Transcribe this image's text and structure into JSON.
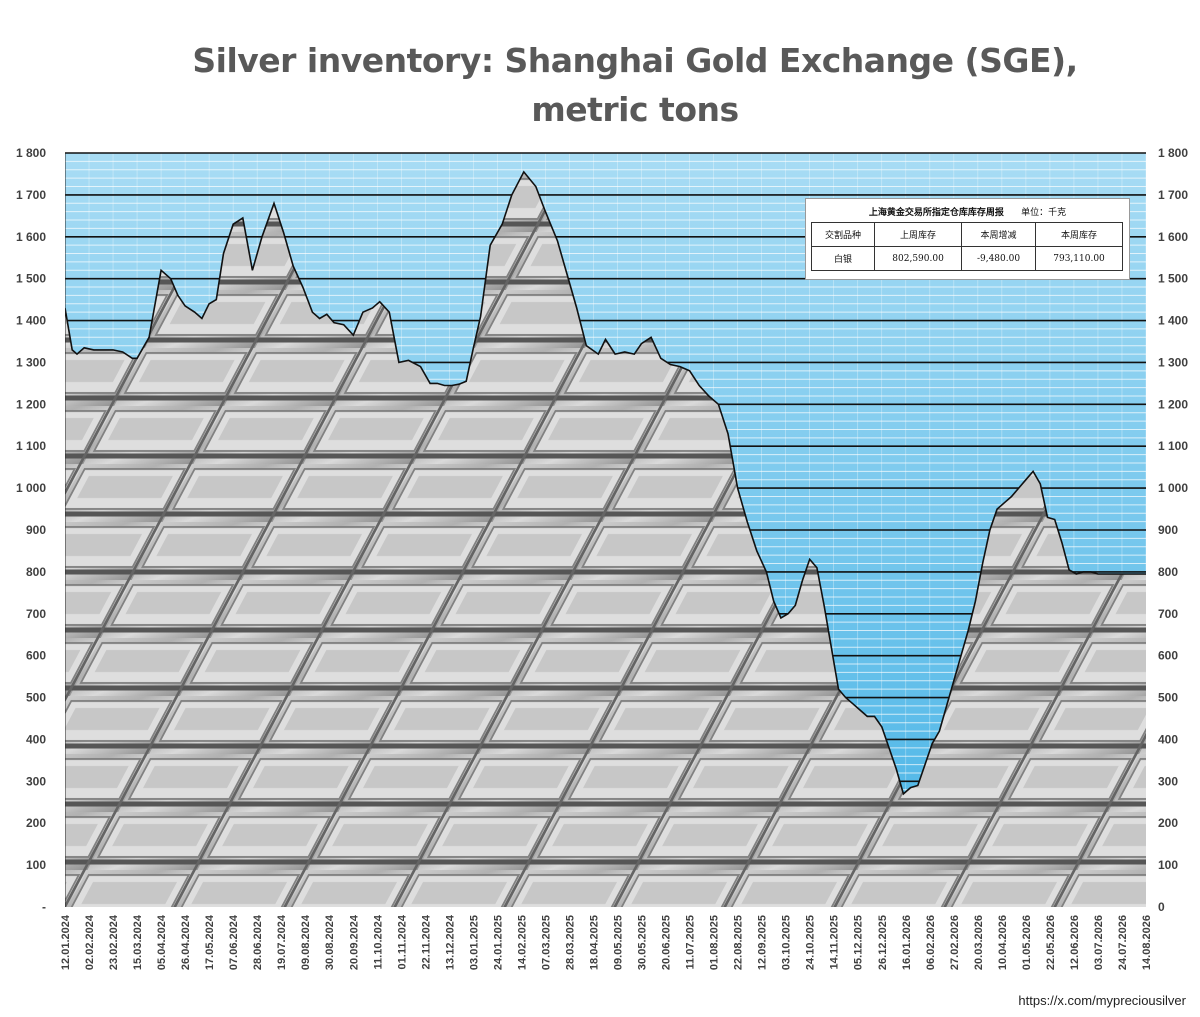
{
  "title_lines": [
    "Silver inventory: Shanghai Gold Exchange (SGE),",
    "metric tons"
  ],
  "credit": "https://x.com/mypreciousilver",
  "colors": {
    "sky_top": "#a8dcf4",
    "sky_bottom": "#46b3e6",
    "silver_light": "#f2f2f2",
    "silver_dark": "#7a7a7a",
    "gridline": "#111111",
    "text": "#404040"
  },
  "inset_table": {
    "title": "上海黄金交易所指定仓库库存周报",
    "unit": "单位：千克",
    "headers": [
      "交割品种",
      "上周库存",
      "本周增减",
      "本周库存"
    ],
    "row": [
      "白银",
      "802,590.00",
      "-9,480.00",
      "793,110.00"
    ]
  },
  "chart_data": {
    "type": "area",
    "title": "Silver inventory: Shanghai Gold Exchange (SGE), metric tons",
    "xlabel": "",
    "ylabel": "",
    "ylim": [
      0,
      1800
    ],
    "y_ticks_left": [
      "-",
      "100",
      "200",
      "300",
      "400",
      "500",
      "600",
      "700",
      "800",
      "900",
      "1 000",
      "1 100",
      "1 200",
      "1 300",
      "1 400",
      "1 500",
      "1 600",
      "1 700",
      "1 800"
    ],
    "y_ticks_right": [
      "0",
      "100",
      "200",
      "300",
      "400",
      "500",
      "600",
      "700",
      "800",
      "900",
      "1 000",
      "1 100",
      "1 200",
      "1 300",
      "1 400",
      "1 500",
      "1 600",
      "1 700",
      "1 800"
    ],
    "grid": "horizontal",
    "x_tick_labels": [
      "12.01.2024",
      "02.02.2024",
      "23.02.2024",
      "15.03.2024",
      "05.04.2024",
      "26.04.2024",
      "17.05.2024",
      "07.06.2024",
      "28.06.2024",
      "19.07.2024",
      "09.08.2024",
      "30.08.2024",
      "20.09.2024",
      "11.10.2024",
      "01.11.2024",
      "22.11.2024",
      "13.12.2024",
      "03.01.2025",
      "24.01.2025",
      "14.02.2025",
      "07.03.2025",
      "28.03.2025",
      "18.04.2025",
      "09.05.2025",
      "30.05.2025",
      "20.06.2025",
      "11.07.2025",
      "01.08.2025",
      "22.08.2025",
      "12.09.2025",
      "03.10.2025",
      "24.10.2025",
      "14.11.2025",
      "05.12.2025",
      "26.12.2025",
      "16.01.2026",
      "06.02.2026",
      "27.02.2026",
      "20.03.2026",
      "10.04.2026",
      "01.05.2026",
      "22.05.2026",
      "12.06.2026",
      "03.07.2026",
      "24.07.2026",
      "14.08.2026"
    ],
    "series": [
      {
        "x": [
          0,
          0.3,
          0.5,
          0.8,
          1.2,
          1.6,
          2.0,
          2.4,
          2.8,
          3.0,
          3.5,
          4.0,
          4.4,
          4.7,
          5.0,
          5.4,
          5.7,
          6.0,
          6.3,
          6.6,
          7.0,
          7.4,
          7.8,
          8.2,
          8.7,
          9.1,
          9.5,
          9.9,
          10.3,
          10.6,
          10.9,
          11.2,
          11.6,
          12.0,
          12.4,
          12.8,
          13.1,
          13.5,
          13.9,
          14.3,
          14.8,
          15.2,
          15.5,
          15.8,
          16.1,
          16.4,
          16.7,
          17.0,
          17.3,
          17.7,
          18.2,
          18.6,
          19.1,
          19.6,
          20.0,
          20.5,
          20.9,
          21.3,
          21.7,
          22.2,
          22.5,
          22.9,
          23.3,
          23.7,
          24.0,
          24.4,
          24.8,
          25.2,
          25.6,
          26.0,
          26.4,
          26.8,
          27.2,
          27.6,
          28.0,
          28.4,
          28.8,
          29.2,
          29.5,
          29.8,
          30.1,
          30.4,
          30.7,
          31.0,
          31.3,
          31.6,
          31.9,
          32.2,
          32.5,
          32.8,
          33.1,
          33.4,
          33.7,
          34.0,
          34.3,
          34.6,
          34.9,
          35.2,
          35.5,
          35.8,
          36.1,
          36.4,
          36.7,
          37.0,
          37.3,
          37.6,
          37.9,
          38.2,
          38.5,
          38.8,
          39.1,
          39.4,
          39.7,
          40.0,
          40.3,
          40.6,
          40.9,
          41.2,
          41.5,
          41.8,
          42.1,
          42.4,
          42.7,
          43.0,
          43.3,
          43.6,
          43.9,
          44.2,
          44.5,
          44.8,
          45.0
        ],
        "y": [
          1430,
          1330,
          1320,
          1335,
          1330,
          1330,
          1330,
          1325,
          1310,
          1310,
          1360,
          1520,
          1500,
          1460,
          1435,
          1420,
          1405,
          1440,
          1450,
          1560,
          1630,
          1645,
          1520,
          1600,
          1680,
          1610,
          1530,
          1480,
          1420,
          1405,
          1415,
          1395,
          1390,
          1365,
          1420,
          1430,
          1445,
          1420,
          1300,
          1305,
          1290,
          1250,
          1250,
          1245,
          1245,
          1248,
          1255,
          1335,
          1410,
          1580,
          1630,
          1700,
          1755,
          1720,
          1660,
          1590,
          1510,
          1430,
          1340,
          1320,
          1355,
          1320,
          1325,
          1320,
          1345,
          1360,
          1310,
          1295,
          1290,
          1280,
          1245,
          1220,
          1200,
          1130,
          1000,
          920,
          850,
          800,
          730,
          690,
          700,
          720,
          780,
          830,
          810,
          720,
          620,
          520,
          500,
          485,
          470,
          455,
          455,
          430,
          380,
          330,
          270,
          285,
          290,
          340,
          390,
          420,
          480,
          540,
          600,
          660,
          730,
          820,
          900,
          950,
          965,
          980,
          1000,
          1020,
          1040,
          1010,
          930,
          925,
          870,
          805,
          795,
          800,
          800,
          795,
          795,
          795,
          795,
          795,
          795,
          795,
          795
        ]
      }
    ]
  }
}
